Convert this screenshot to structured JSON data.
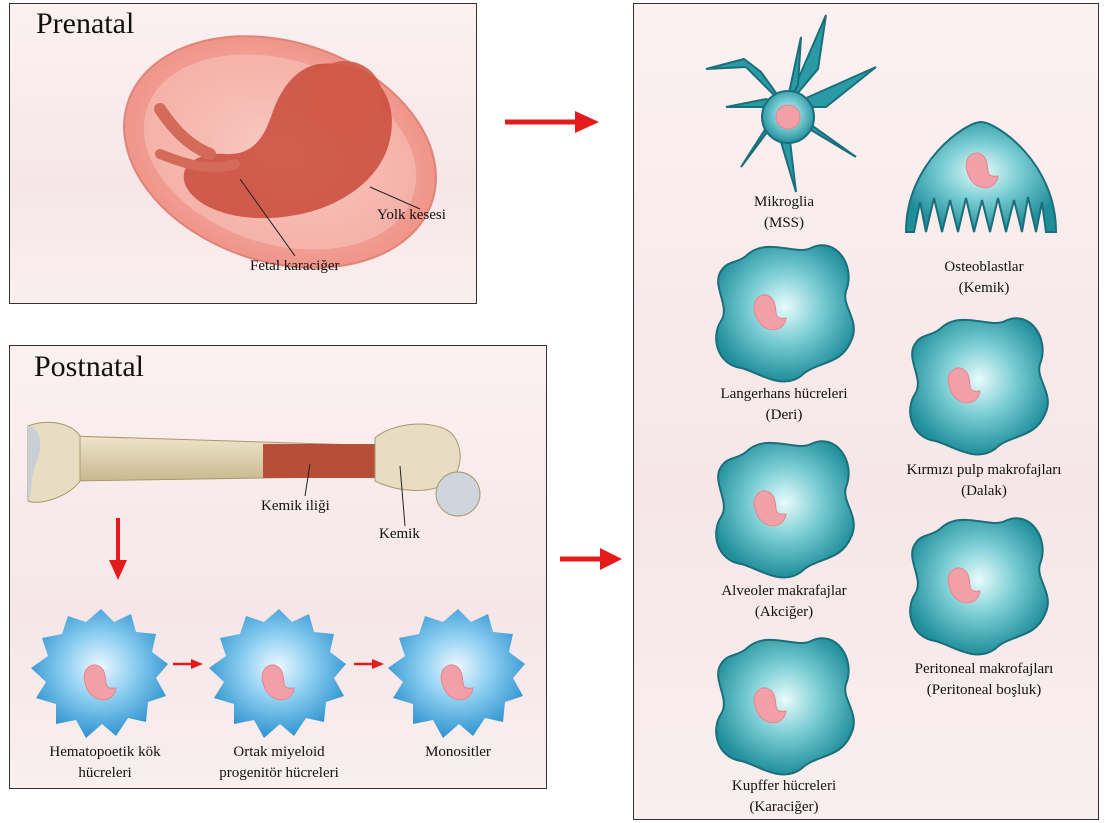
{
  "prenatal": {
    "title": "Prenatal",
    "yolk_sac": "Yolk kesesi",
    "fetal_liver": "Fetal karaciğer"
  },
  "postnatal": {
    "title": "Postnatal",
    "bone_marrow": "Kemik iliği",
    "bone": "Kemik",
    "cells": [
      {
        "line1": "Hematopoetik kök",
        "line2": "hücreleri"
      },
      {
        "line1": "Ortak miyeloid",
        "line2": "progenitör hücreleri"
      },
      {
        "line1": "Monositler",
        "line2": ""
      }
    ]
  },
  "macrophages": [
    {
      "line1": "Mikroglia",
      "line2": "(MSS)"
    },
    {
      "line1": "Osteoblastlar",
      "line2": "(Kemik)"
    },
    {
      "line1": "Langerhans hücreleri",
      "line2": "(Deri)"
    },
    {
      "line1": "Kırmızı pulp makrofajları",
      "line2": "(Dalak)"
    },
    {
      "line1": "Alveoler makrafajlar",
      "line2": "(Akciğer)"
    },
    {
      "line1": "Peritoneal makrofajları",
      "line2": "(Peritoneal boşluk)"
    },
    {
      "line1": "Kupffer hücreleri",
      "line2": "(Karaciğer)"
    }
  ],
  "colors": {
    "arrow": "#e31b1b",
    "macrophage_fill": "#2a9aa6",
    "monocyte_fill": "#3fa6d8",
    "nucleus": "#f2a0a8"
  }
}
